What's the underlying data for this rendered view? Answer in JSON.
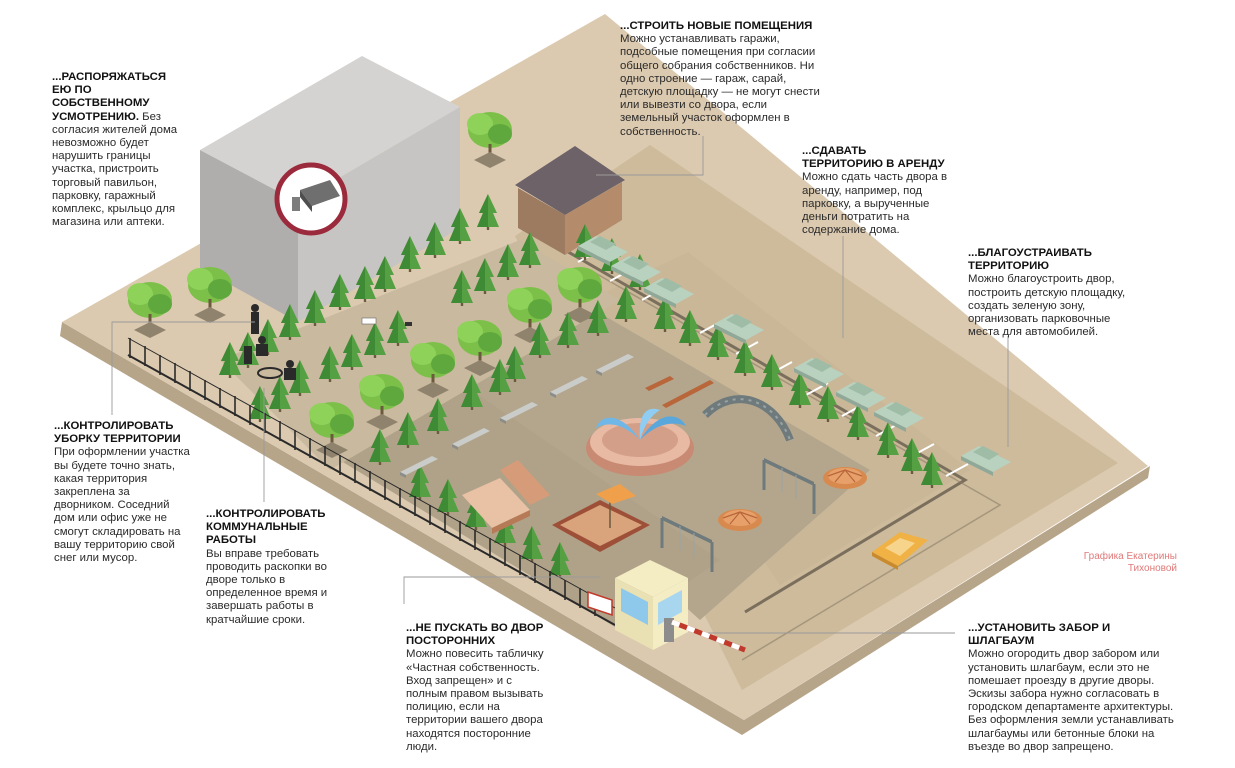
{
  "annotations": {
    "dispose": {
      "heading": "...распоряжаться ею по собственному усмотрению.",
      "body": "Без согласия жителей дома невозможно будет нарушить границы участка, пристроить торговый павильон, парковку, гаражный комплекс, крыльцо для магазина или аптеки."
    },
    "build": {
      "heading": "...строить новые помещения",
      "body": "Можно устанавливать гаражи, подсобные помещения при согласии общего собрания собственников. Ни одно строение — гараж, сарай, детскую площадку — не могут снести или вывезти со двора, если земельный участок оформлен в собственность."
    },
    "rent": {
      "heading": "...сдавать территорию в аренду",
      "body": "Можно сдать часть двора в аренду, например, под парковку, а вырученные деньги потратить на содержание дома."
    },
    "improve": {
      "heading": "...благоустраивать территорию",
      "body": "Можно благоустроить двор, построить детскую площадку, создать зеленую зону, организовать парковочные места для автомобилей."
    },
    "cleaning": {
      "heading": "...контролировать уборку территории",
      "body": "При оформлении участка вы будете точно знать, какая территория закреплена за дворником. Соседний дом или офис уже не смогут складировать на вашу территорию свой снег или мусор."
    },
    "utilities": {
      "heading": "...контролировать коммунальные работы",
      "body": "Вы вправе требовать проводить раскопки во дворе только в определенное время и завершать работы в кратчайшие сроки."
    },
    "strangers": {
      "heading": "...не пускать во двор посторонних",
      "body": "Можно повесить табличку «Частная собственность. Вход запрещен» и с полным правом вызывать полицию, если на территории вашего двора находятся посторонние люди."
    },
    "fence": {
      "heading": "...установить забор и шлагбаум",
      "body": "Можно огородить двор забором или установить шлагбаум, если это не помешает проезду в другие дворы. Эскизы забора нужно согласовать в городском департаменте архитектуры. Без оформления земли устанавливать шлагбаумы или бетонные блоки на въезде во двор запрещено."
    }
  },
  "credit": "Графика Екатерины Тихоновой",
  "colors": {
    "ground": "#dccab0",
    "yard": "#b4a68d",
    "tree": "#54a043",
    "building": "#c7c5c3",
    "accent": "#9b2b3c",
    "pointer": "#9a9a9a"
  }
}
